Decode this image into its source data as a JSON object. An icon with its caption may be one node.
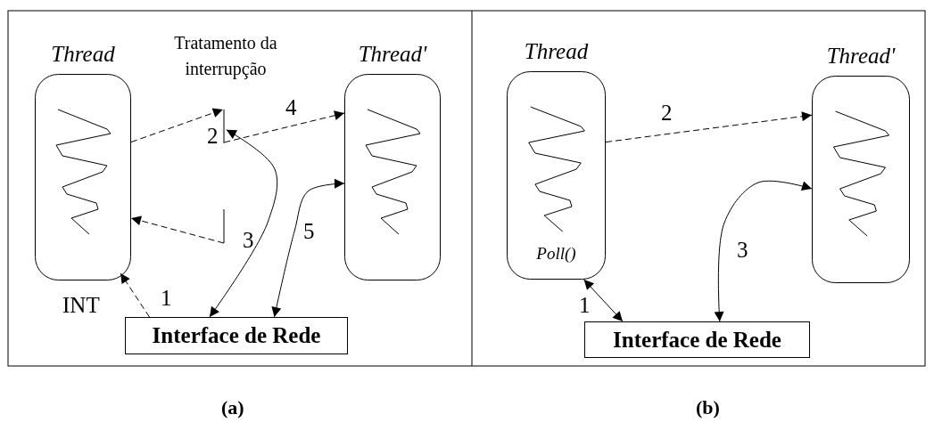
{
  "diagram": {
    "nodes": [
      {
        "text": [
          "Thread"
        ]
      },
      {
        "text": [
          "Thread'"
        ]
      },
      {
        "text": [
          "Interface de Rede"
        ]
      },
      {
        "text": [
          "Tratamento da interrupção"
        ]
      },
      {
        "text": [],
        "shape": "bar"
      },
      {
        "text": [],
        "shape": "bar"
      },
      {
        "text": [
          "Thread",
          "Poll()"
        ]
      },
      {
        "text": [
          "Thread'"
        ]
      },
      {
        "text": [
          "Interface de Rede"
        ]
      }
    ],
    "edges": [
      {
        "from": 2,
        "to": 0,
        "arrow": "to",
        "label": "1",
        "style": "dashed"
      },
      {
        "from": 0,
        "to": 4,
        "arrow": "to",
        "style": "dashed"
      },
      {
        "from": 5,
        "to": 0,
        "arrow": "to",
        "style": "dashed"
      },
      {
        "from": 4,
        "to": 1,
        "arrow": "to",
        "label": "4",
        "style": "dashed"
      },
      {
        "from": 2,
        "to": 4,
        "arrow": "both",
        "label": "3"
      },
      {
        "from": 2,
        "to": 1,
        "arrow": "both",
        "label": "5"
      },
      {
        "from": 6,
        "to": 8,
        "arrow": "both",
        "label": "1"
      },
      {
        "from": 6,
        "to": 7,
        "arrow": "to",
        "label": "2",
        "style": "dashed"
      },
      {
        "from": 8,
        "to": 7,
        "arrow": "both",
        "label": "3"
      }
    ],
    "labels": [
      "2",
      "INT",
      "(a)",
      "(b)"
    ]
  }
}
